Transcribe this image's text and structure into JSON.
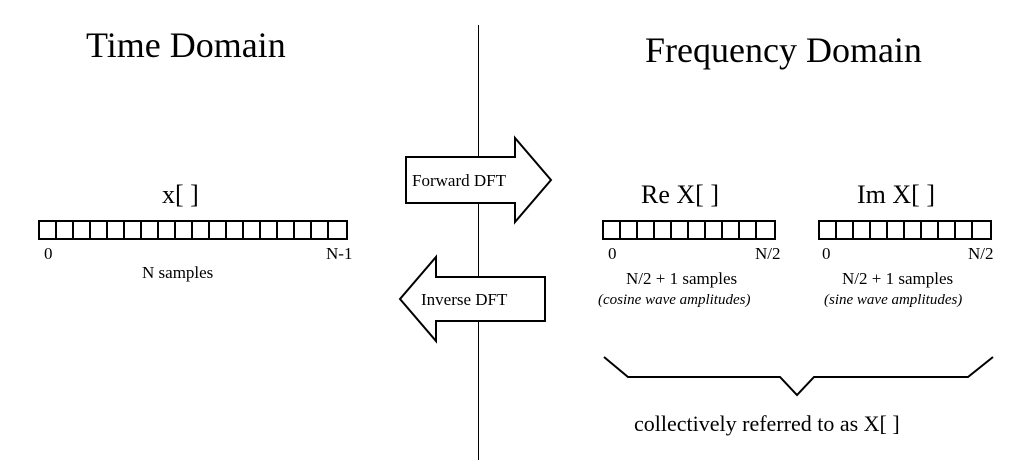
{
  "time": {
    "title": "Time Domain",
    "signal_label": "x[   ]",
    "start_index": "0",
    "end_index": "N-1",
    "samples_label": "N samples"
  },
  "frequency": {
    "title": "Frequency Domain",
    "real": {
      "label": "Re X[   ]",
      "start_index": "0",
      "end_index": "N/2",
      "samples_label": "N/2 + 1 samples",
      "note": "(cosine wave amplitudes)"
    },
    "imag": {
      "label": "Im X[   ]",
      "start_index": "0",
      "end_index": "N/2",
      "samples_label": "N/2 + 1 samples",
      "note": "(sine wave amplitudes)"
    },
    "collective_label": "collectively referred to as X[   ]"
  },
  "arrows": {
    "forward_label": "Forward DFT",
    "inverse_label": "Inverse DFT"
  }
}
